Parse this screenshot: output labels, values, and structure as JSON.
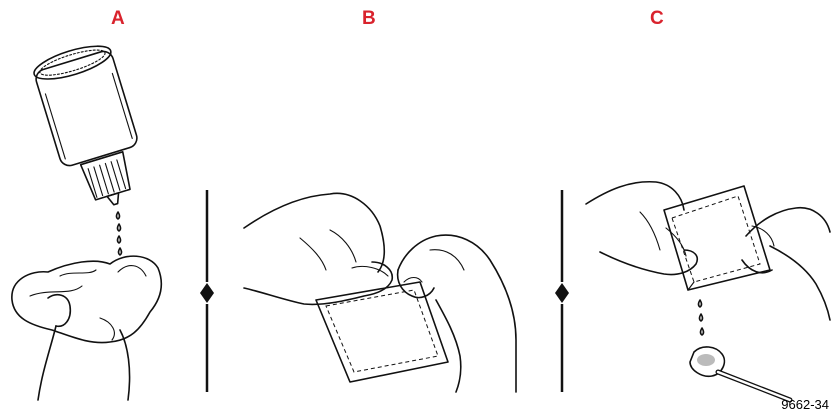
{
  "panels": [
    {
      "label": "A"
    },
    {
      "label": "B"
    },
    {
      "label": "C"
    }
  ],
  "figure_id": "9662-34",
  "colors": {
    "label": "#d9232d",
    "ink": "#111111"
  }
}
